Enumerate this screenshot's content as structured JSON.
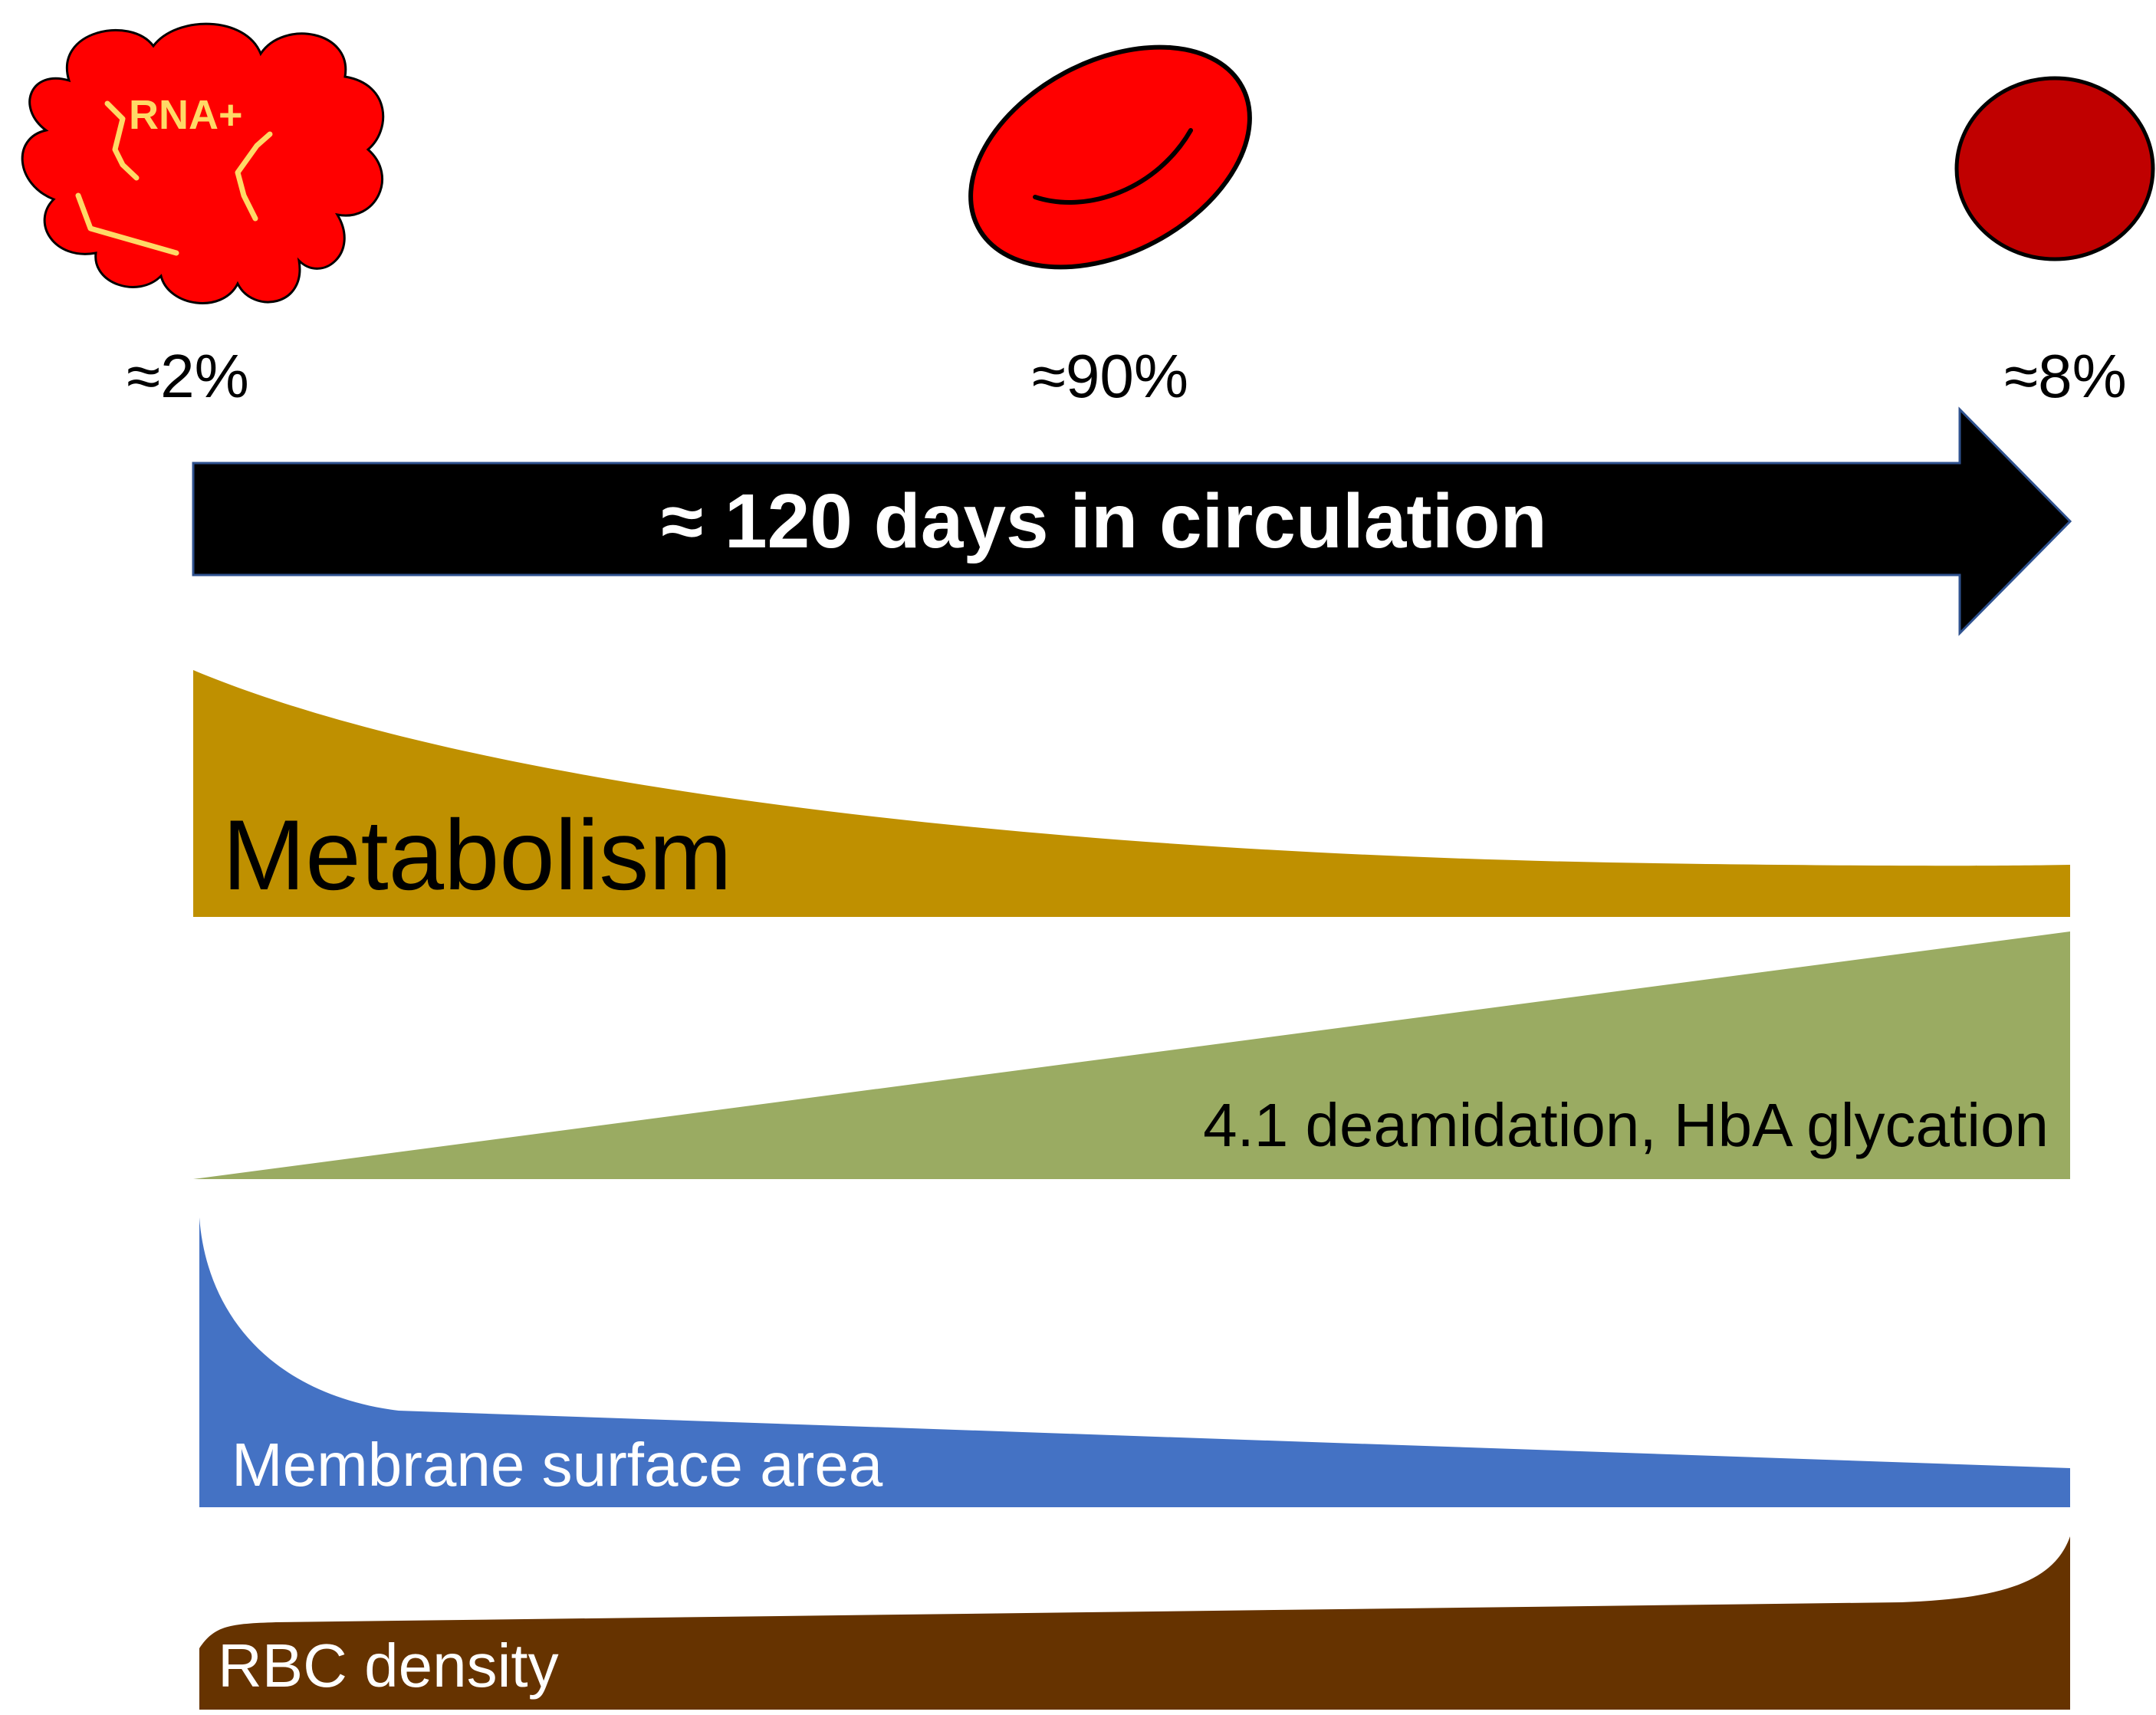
{
  "cells": {
    "reticulocyte": {
      "label": "RNA+",
      "percent": "≈2%",
      "icon": "reticulocyte-icon"
    },
    "mature": {
      "percent": "≈90%",
      "icon": "mature-rbc-icon"
    },
    "senescent": {
      "percent": "≈8%",
      "icon": "senescent-rbc-icon"
    }
  },
  "arrow": {
    "label": "≈ 120 days in circulation"
  },
  "bands": {
    "metabolism": {
      "label": "Metabolism"
    },
    "deamidation": {
      "label": "4.1 deamidation, HbA glycation"
    },
    "membrane": {
      "label": "Membrane surface area"
    },
    "density": {
      "label": "RBC density"
    }
  },
  "colors": {
    "cell_red": "#ff0000",
    "senescent_red": "#c00000",
    "rna_strand": "#ffd966",
    "metabolism": "#bf9000",
    "deamidation": "#9aab62",
    "membrane": "#4472c4",
    "density": "#663300",
    "arrow": "#000000"
  }
}
